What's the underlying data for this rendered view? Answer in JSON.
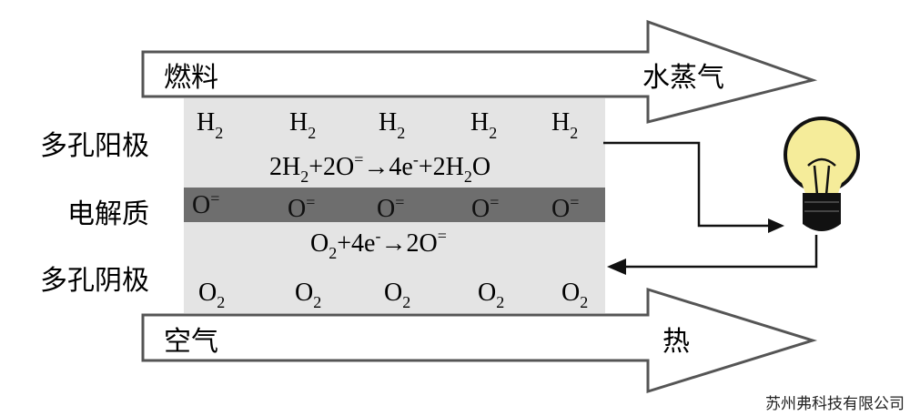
{
  "arrows": {
    "top": {
      "left_label": "燃料",
      "right_label": "水蒸气"
    },
    "bottom": {
      "left_label": "空气",
      "right_label": "热"
    }
  },
  "layers": {
    "anode": "多孔阳极",
    "electrolyte": "电解质",
    "cathode": "多孔阴极"
  },
  "species": {
    "anode": [
      "H",
      "H",
      "H",
      "H",
      "H"
    ],
    "anode_sub": [
      "2",
      "2",
      "2",
      "2",
      "2"
    ],
    "electrolyte_ion": [
      "O",
      "O",
      "O",
      "O",
      "O"
    ],
    "electrolyte_charge": [
      "=",
      "=",
      "=",
      "=",
      "="
    ],
    "cathode": [
      "O",
      "O",
      "O",
      "O",
      "O"
    ],
    "cathode_sub": [
      "2",
      "2",
      "2",
      "2",
      "2"
    ]
  },
  "equations": {
    "anode": [
      {
        "t": "2H",
        "s": "normal"
      },
      {
        "t": "2",
        "s": "sub"
      },
      {
        "t": "+2O",
        "s": "normal"
      },
      {
        "t": "=",
        "s": "sup"
      },
      {
        "t": "→4e",
        "s": "normal"
      },
      {
        "t": "-",
        "s": "sup"
      },
      {
        "t": "+2H",
        "s": "normal"
      },
      {
        "t": "2",
        "s": "sub"
      },
      {
        "t": "O",
        "s": "normal"
      }
    ],
    "cathode": [
      {
        "t": "O",
        "s": "normal"
      },
      {
        "t": "2",
        "s": "sub"
      },
      {
        "t": "+4e",
        "s": "normal"
      },
      {
        "t": "-",
        "s": "sup"
      },
      {
        "t": "→2O",
        "s": "normal"
      },
      {
        "t": "=",
        "s": "sup"
      }
    ]
  },
  "watermark": "苏州弗科技有限公司",
  "colors": {
    "arrow_stroke": "#555555",
    "cell_fill": "#e4e4e4",
    "electrolyte_fill": "#6e6e6e",
    "bulb_glow": "#f5ec9a",
    "bulb_base": "#111111"
  }
}
